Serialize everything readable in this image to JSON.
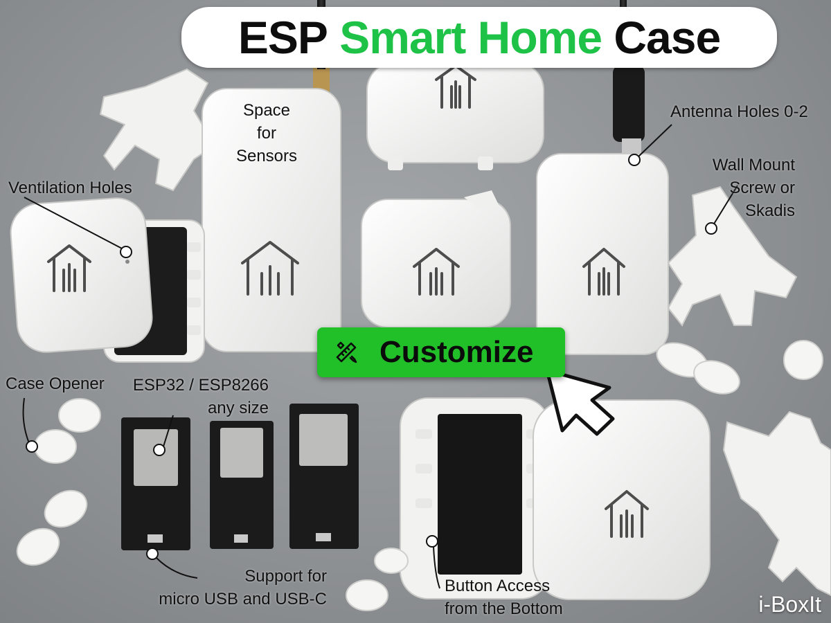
{
  "title": {
    "part1": "ESP",
    "part2": "Smart Home",
    "part3": "Case"
  },
  "colors": {
    "accent_green": "#1dc247",
    "button_green": "#22c028",
    "case_white": "#f4f4f2",
    "board_black": "#1a1a1a"
  },
  "labels": {
    "space_line1": "Space",
    "space_line2": "for",
    "space_line3": "Sensors",
    "antenna": "Antenna Holes 0-2",
    "wall_line1": "Wall Mount",
    "wall_line2": "Screw or",
    "wall_line3": "Skadis",
    "ventilation": "Ventilation Holes",
    "case_opener": "Case Opener",
    "esp_line1": "ESP32 / ESP8266",
    "esp_line2": "any size",
    "usb_line1": "Support for",
    "usb_line2": "micro USB and USB-C",
    "button_line1": "Button Access",
    "button_line2": "from the Bottom"
  },
  "customize": {
    "label": "Customize",
    "icon": "ruler-pencil-icon"
  },
  "brand": "i-BoxIt"
}
